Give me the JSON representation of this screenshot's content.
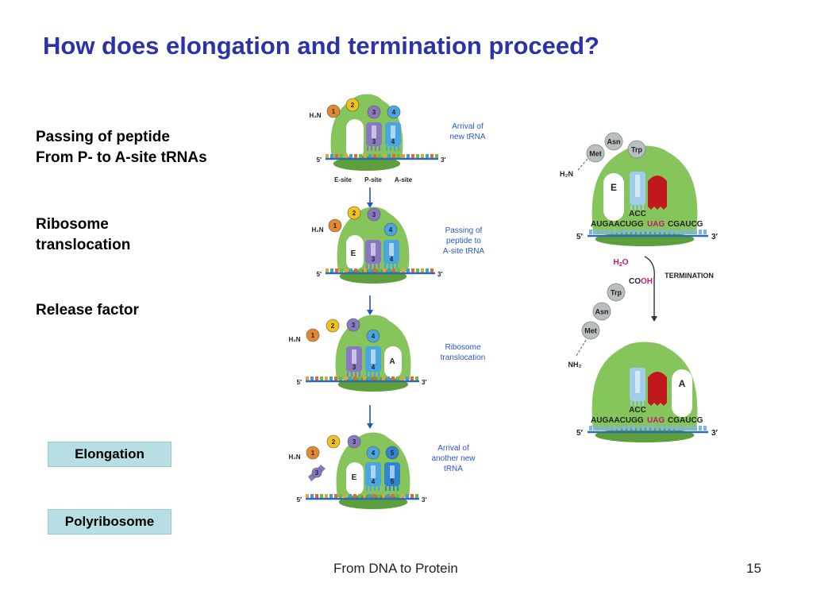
{
  "slide": {
    "title": "How does elongation and termination proceed?",
    "labels": {
      "passing_line1": "Passing of peptide",
      "passing_line2": "From P- to A-site tRNAs",
      "ribosome_line1": "Ribosome",
      "ribosome_line2": "translocation",
      "release": "Release factor"
    },
    "buttons": {
      "elongation": "Elongation",
      "polyribosome": "Polyribosome"
    },
    "footer": {
      "center": "From DNA to Protein",
      "page": "15"
    }
  },
  "figure": {
    "common": {
      "h2n": "H₂N",
      "five_prime": "5′",
      "three_prime": "3′",
      "e": "E",
      "a": "A"
    },
    "panel1": {
      "caption_l1": "Arrival of",
      "caption_l2": "new tRNA",
      "site_e": "E-site",
      "site_p": "P-site",
      "site_a": "A-site",
      "balls": [
        "1",
        "2",
        "3",
        "4"
      ],
      "anticodons": [
        "3",
        "4"
      ]
    },
    "panel2": {
      "caption_l1": "Passing of",
      "caption_l2": "peptide to",
      "caption_l3": "A-site tRNA",
      "balls": [
        "1",
        "2",
        "3",
        "4"
      ],
      "anticodons": [
        "3",
        "4"
      ]
    },
    "panel3": {
      "caption_l1": "Ribosome",
      "caption_l2": "translocation",
      "balls": [
        "1",
        "2",
        "3",
        "4"
      ],
      "anticodons": [
        "3",
        "4"
      ]
    },
    "panel4": {
      "caption_l1": "Arrival of",
      "caption_l2": "another new",
      "caption_l3": "tRNA",
      "balls": [
        "1",
        "2",
        "3",
        "4",
        "5"
      ],
      "anticodons": [
        "3",
        "4",
        "5"
      ]
    },
    "termination": {
      "label": "TERMINATION",
      "water_h": "H",
      "water_2": "2",
      "water_o": "O",
      "cooh_co": "CO",
      "cooh_oh": "OH",
      "nh2": "NH₂",
      "amino_acids": [
        "Met",
        "Asn",
        "Trp"
      ],
      "anticodon": "ACC",
      "mrna_left": "AUGAACUGG",
      "stop_codon": "UAG",
      "mrna_right": "CGAUCG"
    }
  }
}
